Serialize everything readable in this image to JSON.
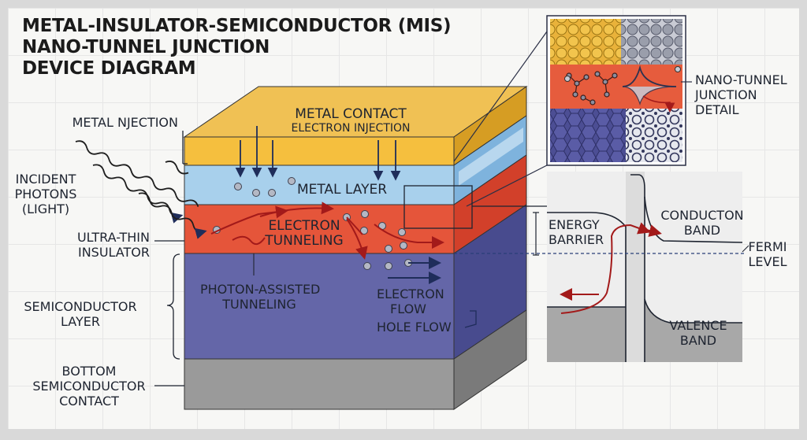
{
  "title": {
    "line1": "METAL-INSULATOR-SEMICONDUCTOR (MIS)",
    "line2": "NANO-TUNNEL JUNCTION",
    "line3": "DEVICE DIAGRAM"
  },
  "left_labels": {
    "metal_njection": "METAL NJECTION",
    "incident_photons": [
      "INCIDENT",
      "PHOTONS",
      "(LIGHT)"
    ],
    "ultra_thin_insulator": [
      "ULTRA-THIN",
      "INSULATOR"
    ],
    "semiconductor_layer": [
      "SEMICONDUCTOR",
      "LAYER"
    ],
    "bottom_contact": [
      "BOTTOM",
      "SEMICONDUCTOR",
      "CONTACT"
    ]
  },
  "block_labels": {
    "metal_contact": "METAL CONTACT",
    "electron_injection": "ELECTRON INJECTION",
    "metal_layer": "METAL LAYER",
    "electron_tunneling": [
      "ELECTRON",
      "TUNNELING"
    ],
    "photon_assisted": [
      "PHOTON-ASSISTED",
      "TUNNELING"
    ],
    "electron_flow": [
      "ELECTRON",
      "FLOW"
    ],
    "hole_flow": "HOLE FLOW"
  },
  "inset": {
    "label": [
      "NANO-TUNNEL",
      "JUNCTION",
      "DETAIL"
    ]
  },
  "band_diagram": {
    "energy_barrier": [
      "ENERGY",
      "BARRIER"
    ],
    "conduction_band": [
      "CONDUCTON",
      "BAND"
    ],
    "fermi_level": [
      "FERMI",
      "LEVEL"
    ],
    "valence_band": [
      "VALENCE",
      "BAND"
    ]
  },
  "colors": {
    "metal_contact": "#f5bf3e",
    "metal_layer": "#a8d0ec",
    "insulator": "#e5553a",
    "semiconductor": "#6466a8",
    "bottom_contact": "#9a9a9a",
    "arrow_red": "#a31a1a",
    "arrow_navy": "#1f2d5a"
  }
}
